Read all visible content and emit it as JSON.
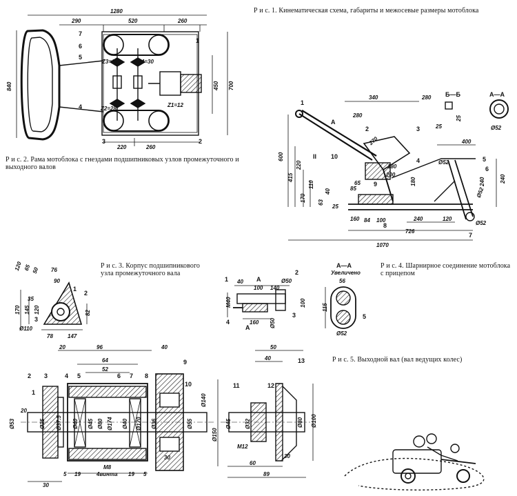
{
  "captions": {
    "fig1": "Р и с. 1. Кинематическая схема, габариты и межосевые размеры мотоблока",
    "fig2": "Р и с. 2. Рама мотоблока с гнездами подшипниковых узлов промежуточного и выходного валов",
    "fig3": "Р и с. 3. Корпус подшипникового узла промежуточного вала",
    "fig4": "Р и с. 4. Шарнирное соединение мотоблока с прицепом",
    "fig5": "Р и с. 5. Выходной вал (вал ведущих колес)"
  },
  "fig2": {
    "dims": [
      "1280",
      "290",
      "520",
      "260",
      "840",
      "450",
      "700",
      "220",
      "260"
    ],
    "teeth": [
      "Z3=12",
      "Z4=30",
      "Z2=28",
      "Z1=12"
    ],
    "callouts": [
      "7",
      "6",
      "5",
      "4",
      "3",
      "2",
      "1"
    ]
  },
  "fig1": {
    "dims": [
      "340",
      "280",
      "280",
      "270",
      "600",
      "415",
      "220",
      "110",
      "170",
      "85",
      "65",
      "40",
      "63",
      "25",
      "160",
      "84",
      "100",
      "180",
      "240",
      "726",
      "240",
      "120",
      "1070",
      "400",
      "240",
      "Ø52",
      "Ø52",
      "Ø52",
      "180",
      "200"
    ],
    "section_labels": [
      "Б—Б",
      "A—A",
      "25",
      "25",
      "Ø52"
    ],
    "callouts": [
      "1",
      "A",
      "2",
      "3",
      "II",
      "10",
      "9",
      "4",
      "5",
      "6",
      "8",
      "7"
    ]
  },
  "fig3": {
    "dims": [
      "120",
      "65",
      "50",
      "76",
      "90",
      "35",
      "170",
      "145",
      "120",
      "82",
      "Ø110",
      "78",
      "147"
    ],
    "callouts": [
      "1",
      "2",
      "3"
    ]
  },
  "fig4": {
    "dims": [
      "40",
      "100",
      "140",
      "Ø50",
      "M40",
      "160",
      "Ø50",
      "100"
    ],
    "section": [
      "A—A",
      "Увеличено",
      "56",
      "115",
      "Ø52"
    ],
    "callouts": [
      "1",
      "2",
      "3",
      "4",
      "5",
      "A",
      "A"
    ]
  },
  "fig5": {
    "dims": [
      "20",
      "96",
      "40",
      "64",
      "52",
      "50",
      "40",
      "Ø53",
      "Ø35",
      "Ø37.5",
      "Ø40",
      "Ø45",
      "Ø80",
      "Ø174",
      "Ø40",
      "Ø170",
      "Ø36",
      "Ø55",
      "Ø140",
      "Ø150",
      "Ø45",
      "Ø32",
      "Ø80",
      "Ø100",
      "30",
      "30",
      "5",
      "19",
      "5",
      "19",
      "M8",
      "4винта",
      "M12",
      "30",
      "60",
      "89",
      "20"
    ],
    "callouts": [
      "1",
      "2",
      "3",
      "4",
      "5",
      "6",
      "7",
      "8",
      "9",
      "10",
      "11",
      "12",
      "13"
    ]
  }
}
